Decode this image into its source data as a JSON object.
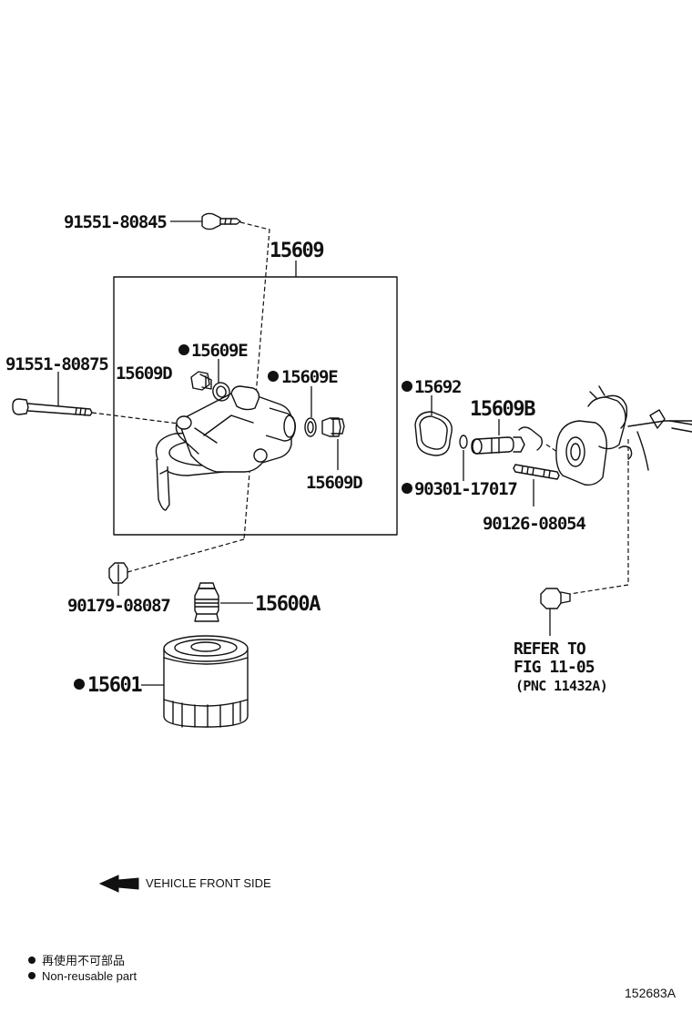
{
  "diagram": {
    "parts": {
      "bolt_top": "91551-80845",
      "bracket_assembly": "15609",
      "bolt_left": "91551-80875",
      "plug_upper": "15609D",
      "gasket_upper": "15609E",
      "gasket_right": "15609E",
      "plug_right": "15609D",
      "gasket_cover": "15692",
      "union_pipe": "15609B",
      "gasket_small": "90301-17017",
      "stud": "90126-08054",
      "nut": "90179-08087",
      "union": "15600A",
      "filter": "15601"
    },
    "refer": {
      "line1": "REFER TO",
      "line2": "FIG 11-05",
      "line3": "(PNC 11432A)"
    },
    "direction_label": "VEHICLE FRONT SIDE",
    "legend": {
      "line_ja": "再使用不可部品",
      "line_en": "Non-reusable part"
    },
    "figure_code": "152683A"
  }
}
